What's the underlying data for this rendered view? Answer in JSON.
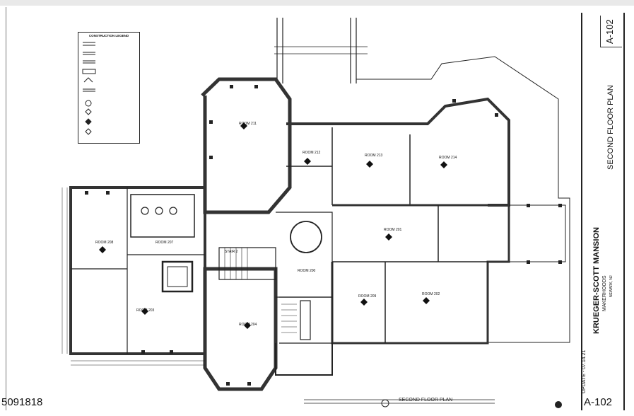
{
  "listing_id": "5091818",
  "drawing_caption": "SECOND FLOOR PLAN",
  "legend": {
    "title": "CONSTRUCTION LEGEND"
  },
  "title_block": {
    "sheet_number_top": "A-102",
    "sheet_title": "SECOND FLOOR PLAN",
    "project_name": "KRUEGER-SCOTT MANSION",
    "project_sub1": "MAKERHOODS",
    "project_sub2": "NEWARK, NJ",
    "update_stamp": "UPDATE - 07.14.21",
    "sheet_number_bottom": "A-102"
  },
  "rooms": [
    {
      "label": "ROOM 211"
    },
    {
      "label": "ROOM 212"
    },
    {
      "label": "ROOM 213"
    },
    {
      "label": "ROOM 214"
    },
    {
      "label": "ROOM 201"
    },
    {
      "label": "ROOM 200"
    },
    {
      "label": "ROOM 209"
    },
    {
      "label": "ROOM 208"
    },
    {
      "label": "ROOM 207"
    },
    {
      "label": "ROOM 204"
    },
    {
      "label": "ROOM 203"
    },
    {
      "label": "ROOM 202"
    },
    {
      "label": "STAIR 2"
    }
  ]
}
